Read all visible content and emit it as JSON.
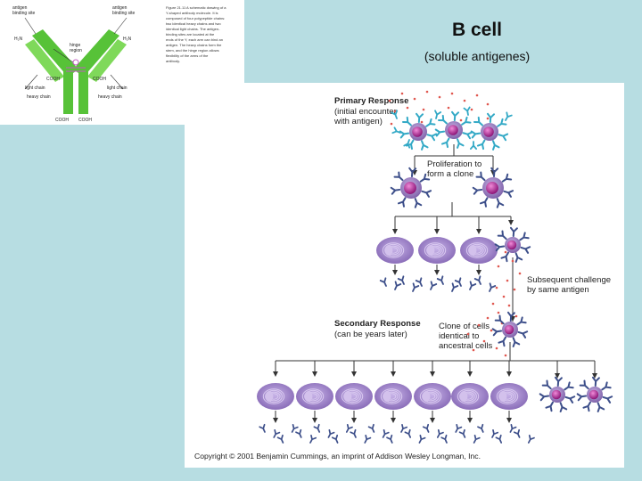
{
  "slide": {
    "title": "B cell",
    "subtitle": "(soluble antigenes)"
  },
  "antibody_figure": {
    "labels": {
      "antigen_site_left": [
        "antigen",
        "binding site"
      ],
      "antigen_site_right": [
        "antigen",
        "binding site"
      ],
      "hinge": [
        "hinge",
        "region"
      ],
      "light_chain_left": "light chain",
      "light_chain_right": "light chain",
      "heavy_chain_left": "heavy chain",
      "heavy_chain_right": "heavy chain",
      "h2n_left": "H₂N",
      "h2n_right": "H₂N",
      "cooh_left": "COOH",
      "cooh_right": "COOH",
      "cooh_bottom_left": "COOH",
      "cooh_bottom_right": "COOH"
    },
    "caption": [
      "Figure 21.11 A schematic drawing of a",
      "Y-shaped antibody molecule. It is",
      "composed of four polypeptide chains:",
      "two identical heavy chains and two",
      "identical light chains. The antigen-",
      "binding sites are located at the",
      "ends of the Y; each arm can bind an",
      "antigen. The heavy chains form the",
      "stem, and the hinge region allows",
      "flexibility of the arms of the",
      "antibody."
    ]
  },
  "figure": {
    "primary_response": {
      "title": "Primary Response",
      "lines": [
        "(initial encounter",
        "with antigen)"
      ]
    },
    "proliferation": [
      "Proliferation to",
      "form a clone"
    ],
    "subsequent": [
      "Subsequent challenge",
      "by same antigen"
    ],
    "secondary_response": {
      "title": "Secondary Response",
      "line": "(can be years later)"
    },
    "clone_identical": [
      "Clone of cells",
      "identical to",
      "ancestral cells"
    ],
    "copyright": "Copyright © 2001 Benjamin Cummings, an imprint of Addison Wesley Longman, Inc."
  },
  "colors": {
    "background": "#b7dde2",
    "bcell_purple": "#8e6fb5",
    "bcell_nucleus": "#b01f8f",
    "receptor_teal": "#33a9c6",
    "receptor_navy": "#3d4f8a",
    "plasma_cell": "#9b7fc4",
    "antigen_dot": "#e0574f",
    "antibody_green": "#57c238"
  }
}
